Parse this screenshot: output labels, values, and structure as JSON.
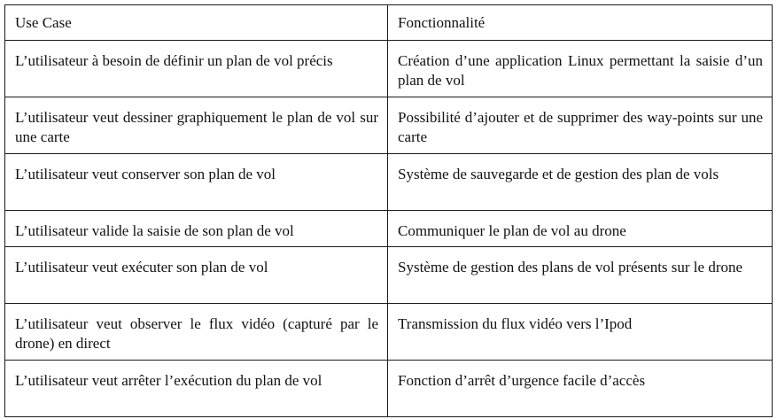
{
  "table": {
    "headers": [
      "Use Case",
      "Fonctionnalité"
    ],
    "rows": [
      [
        "L’utilisateur à besoin de définir un plan de vol précis",
        "Création d’une application Linux permettant la saisie d’un plan de vol"
      ],
      [
        "L’utilisateur veut dessiner graphiquement le plan de vol sur une carte",
        "Possibilité d’ajouter et de supprimer des way-points sur une carte"
      ],
      [
        "L’utilisateur veut conserver son plan de vol",
        "Système de sauvegarde et de gestion des plan de vols"
      ],
      [
        "L’utilisateur valide la saisie de son plan de vol",
        "Communiquer le plan de vol au drone"
      ],
      [
        "L’utilisateur veut exécuter son plan de vol",
        "Système de gestion des plans de vol présents sur le drone"
      ],
      [
        "L’utilisateur veut observer le flux vidéo (capturé par le drone) en direct",
        "Transmission du flux vidéo vers l’Ipod"
      ],
      [
        "L’utilisateur veut arrêter l’exécution du plan de vol",
        "Fonction d’arrêt d’urgence facile d’accès"
      ]
    ]
  }
}
